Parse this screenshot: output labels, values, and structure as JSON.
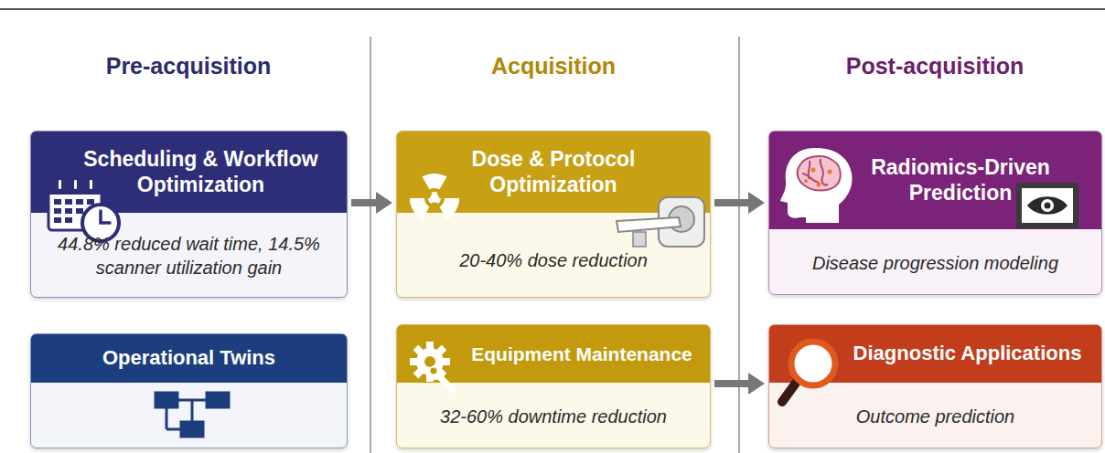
{
  "diagram": {
    "nodes": [
      {
        "text": [
          "Scheduling & Workflow Optimization",
          "44.8% reduced wait time, 14.5% scanner utilization gain"
        ]
      },
      {
        "text": [
          "Operational Twins"
        ]
      },
      {
        "text": [
          "Dose & Protocol Optimization",
          "20-40% dose reduction"
        ]
      },
      {
        "text": [
          "Equipment Maintenance",
          "32-60% downtime reduction"
        ]
      },
      {
        "text": [
          "Radiomics-Driven Prediction",
          "Disease progression modeling"
        ]
      },
      {
        "text": [
          "Diagnostic Applications",
          "Outcome prediction"
        ]
      }
    ],
    "edges": [
      {
        "from": 0,
        "to": 2,
        "arrow": "to"
      },
      {
        "from": 2,
        "to": 4,
        "arrow": "to"
      },
      {
        "from": 3,
        "to": 5,
        "arrow": "to"
      }
    ],
    "labels": [
      "Pre-acquisition",
      "Acquisition",
      "Post-acquisition"
    ]
  }
}
